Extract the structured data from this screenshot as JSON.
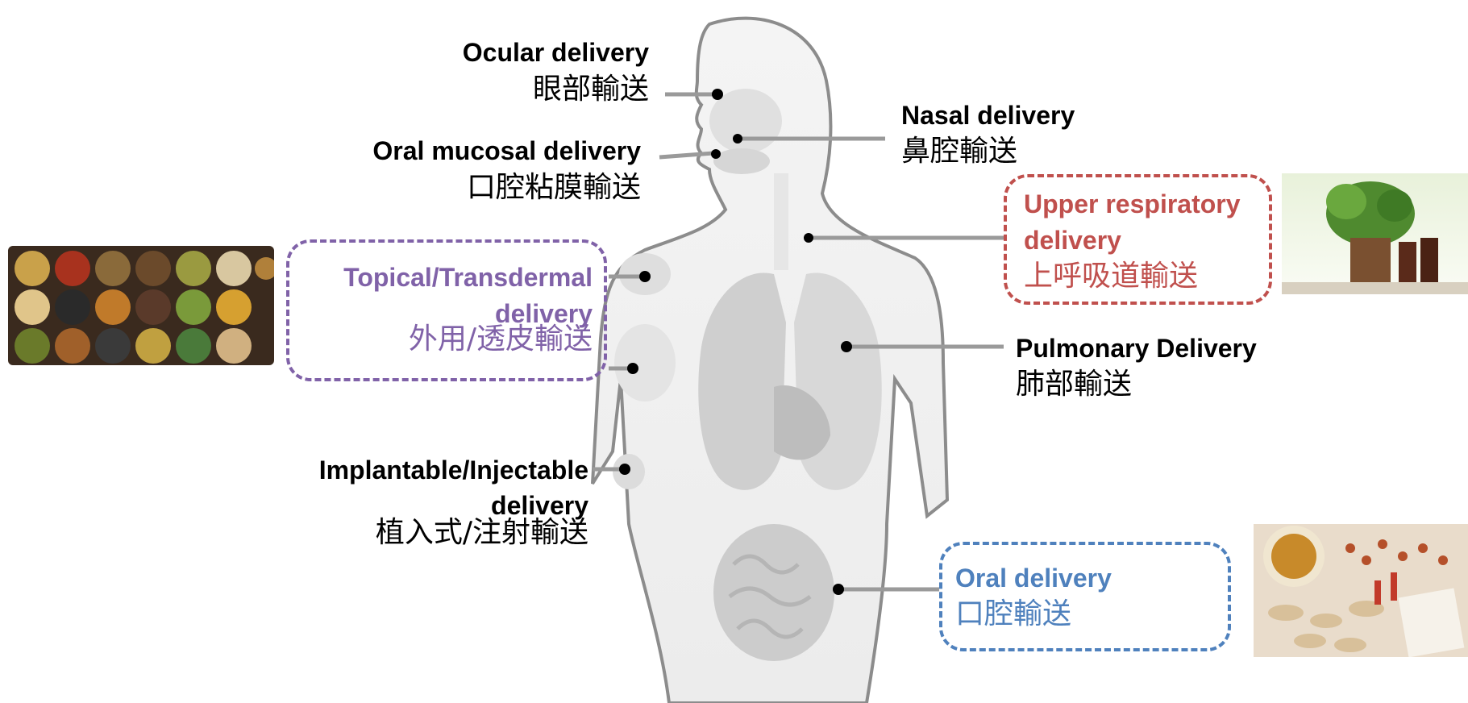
{
  "labels": {
    "ocular": {
      "en": "Ocular  delivery",
      "zh": "眼部輸送"
    },
    "oral_mucosal": {
      "en": "Oral mucosal delivery",
      "zh": "口腔粘膜輸送"
    },
    "nasal": {
      "en": "Nasal delivery",
      "zh": "鼻腔輸送"
    },
    "upper_respiratory": {
      "en1": "Upper respiratory",
      "en2": "delivery",
      "zh": "上呼吸道輸送"
    },
    "topical": {
      "en1": "Topical/Transdermal",
      "en2": "delivery",
      "zh": "外用/透皮輸送"
    },
    "pulmonary": {
      "en": "Pulmonary Delivery",
      "zh": "肺部輸送"
    },
    "implantable": {
      "en1": "Implantable/Injectable",
      "en2": "delivery",
      "zh": "植入式/注射輸送"
    },
    "oral": {
      "en": "Oral delivery",
      "zh": "口腔輸送"
    }
  },
  "colors": {
    "topical": "#8062a8",
    "upper_respiratory": "#c0504d",
    "oral": "#4f81bd",
    "leader_line": "#9a9a9a",
    "body_outline": "#8c8c8c"
  },
  "images": {
    "left": "spices-in-bowls-photo",
    "top_right": "potted-herbs-photo",
    "bottom_right": "herbal-tea-photo"
  }
}
